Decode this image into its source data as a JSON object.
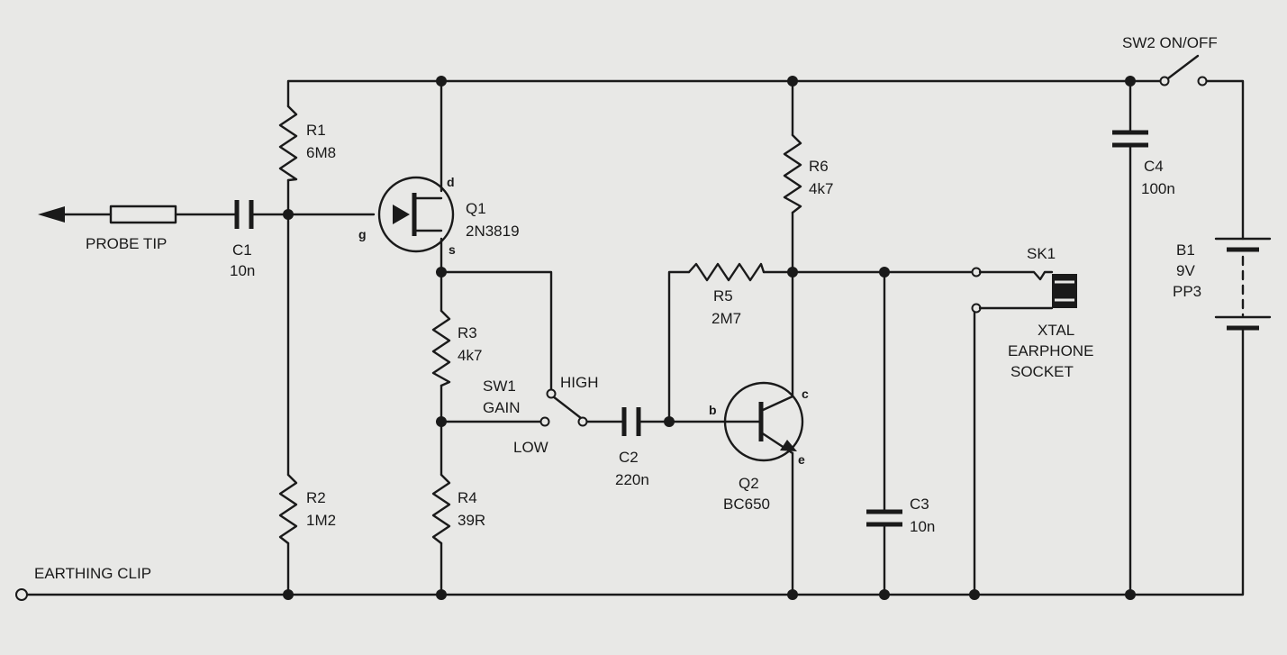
{
  "components": {
    "r1": {
      "ref": "R1",
      "value": "6M8"
    },
    "r2": {
      "ref": "R2",
      "value": "1M2"
    },
    "r3": {
      "ref": "R3",
      "value": "4k7"
    },
    "r4": {
      "ref": "R4",
      "value": "39R"
    },
    "r5": {
      "ref": "R5",
      "value": "2M7"
    },
    "r6": {
      "ref": "R6",
      "value": "4k7"
    },
    "c1": {
      "ref": "C1",
      "value": "10n"
    },
    "c2": {
      "ref": "C2",
      "value": "220n"
    },
    "c3": {
      "ref": "C3",
      "value": "10n"
    },
    "c4": {
      "ref": "C4",
      "value": "100n"
    },
    "q1": {
      "ref": "Q1",
      "value": "2N3819",
      "pins": {
        "d": "d",
        "g": "g",
        "s": "s"
      }
    },
    "q2": {
      "ref": "Q2",
      "value": "BC650",
      "pins": {
        "b": "b",
        "c": "c",
        "e": "e"
      }
    },
    "sw1": {
      "ref": "SW1",
      "name": "GAIN",
      "high": "HIGH",
      "low": "LOW"
    },
    "sw2": {
      "label": "SW2 ON/OFF"
    },
    "sk1": {
      "ref": "SK1",
      "line1": "XTAL",
      "line2": "EARPHONE",
      "line3": "SOCKET"
    },
    "b1": {
      "ref": "B1",
      "voltage": "9V",
      "type": "PP3"
    }
  },
  "terminals": {
    "probe_tip": "PROBE TIP",
    "earthing_clip": "EARTHING CLIP"
  }
}
